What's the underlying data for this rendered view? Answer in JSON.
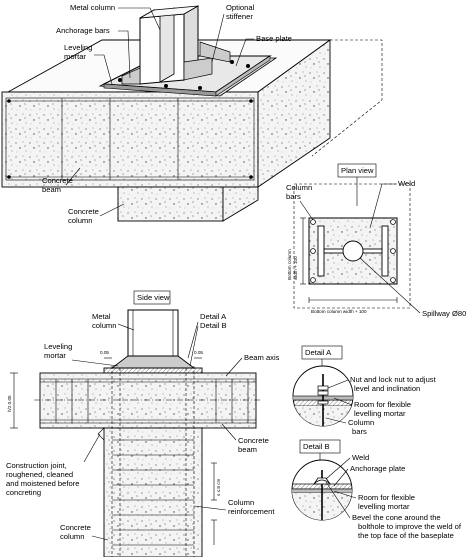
{
  "iso": {
    "metal_column": "Metal column",
    "optional_stiffener_1": "Optional",
    "optional_stiffener_2": "stiffener",
    "anchorage_bars": "Anchorage bars",
    "base_plate": "Base plate",
    "leveling_mortar_1": "Leveling",
    "leveling_mortar_2": "mortar",
    "concrete_beam_1": "Concrete",
    "concrete_beam_2": "beam",
    "concrete_column_1": "Concrete",
    "concrete_column_2": "column"
  },
  "plan": {
    "title": "Plan view",
    "column_bars_1": "Column",
    "column_bars_2": "bars",
    "weld": "Weld",
    "dim_vertical_1": "Bottom column",
    "dim_vertical_2": "width + 100",
    "dim_horizontal": "Bottom column width + 100",
    "spillway": "Spillway Ø80"
  },
  "side": {
    "title": "Side view",
    "metal_column_1": "Metal",
    "metal_column_2": "column",
    "detail_a": "Detail A",
    "detail_b": "Detail B",
    "leveling_mortar_1": "Leveling",
    "leveling_mortar_2": "mortar",
    "dim_left": "0.05",
    "dim_right": "0.05",
    "beam_axis": "Beam axis",
    "dim_beam_height": "h/2 0.05",
    "concrete_beam_1": "Concrete",
    "concrete_beam_2": "beam",
    "construction_joint": [
      "Construction joint,",
      "roughened, cleaned",
      "and moistened before",
      "concreting"
    ],
    "dim_column": "s ≤ 8 cm",
    "column_reinforcement_1": "Column",
    "column_reinforcement_2": "reinforcement",
    "concrete_column_1": "Concrete",
    "concrete_column_2": "column"
  },
  "detail_a": {
    "title": "Detail A",
    "nut_text_1": "Nut and lock nut to adjust",
    "nut_text_2": "level and inclination",
    "room_text_1": "Room for flexible",
    "room_text_2": "levelling mortar",
    "column_bars_1": "Column",
    "column_bars_2": "bars"
  },
  "detail_b": {
    "title": "Detail B",
    "weld": "Weld",
    "anchorage_plate": "Anchorage plate",
    "room_text_1": "Room for flexible",
    "room_text_2": "levelling mortar",
    "bevel": [
      "Bevel the cone around the",
      "bolthole to improve the weld of",
      "the top face of the baseplate"
    ]
  }
}
